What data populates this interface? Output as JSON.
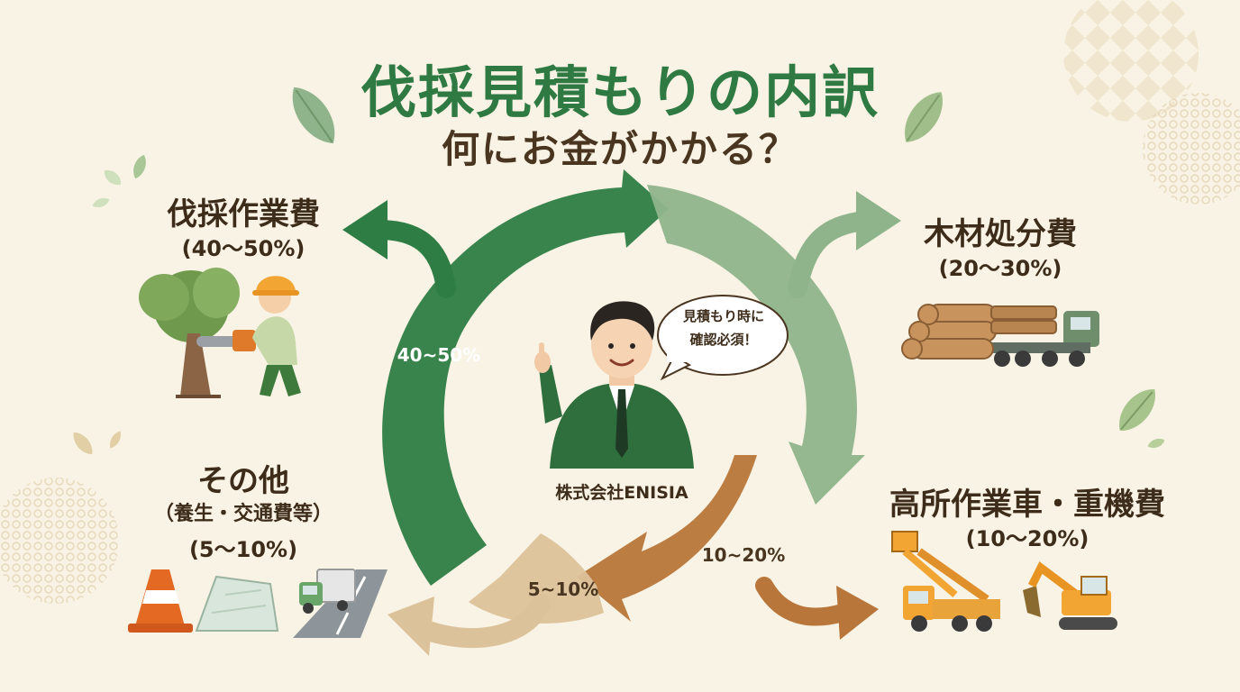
{
  "title": {
    "main": "伐採見積もりの内訳",
    "sub": "何にお金がかかる？"
  },
  "categories": {
    "felling": {
      "name": "伐採作業費",
      "percent": "(40〜50%)"
    },
    "timber": {
      "name": "木材処分費",
      "percent": "(20〜30%)"
    },
    "equipment": {
      "name": "高所作業車・重機費",
      "percent": "(10〜20%)"
    },
    "other": {
      "name": "その他",
      "note": "（養生・交通費等）",
      "percent": "(5〜10%)"
    }
  },
  "ring_labels": {
    "felling": "40~50%",
    "equipment": "10~20%",
    "other": "5~10%"
  },
  "center": {
    "company": "株式会社ENISIA",
    "speech_line1": "見積もり時に",
    "speech_line2": "確認必須！"
  },
  "colors": {
    "felling": "#2e7d45",
    "timber": "#8fb48b",
    "equipment": "#b8763a",
    "other": "#dcc29a",
    "title": "#2f7a43",
    "background": "#f8f3e4"
  },
  "icons": [
    "leaf-icon",
    "arborist-icon",
    "log-truck-icon",
    "bucket-truck-icon",
    "excavator-icon",
    "traffic-cone-icon",
    "tarp-icon",
    "road-truck-icon",
    "consultant-icon"
  ]
}
